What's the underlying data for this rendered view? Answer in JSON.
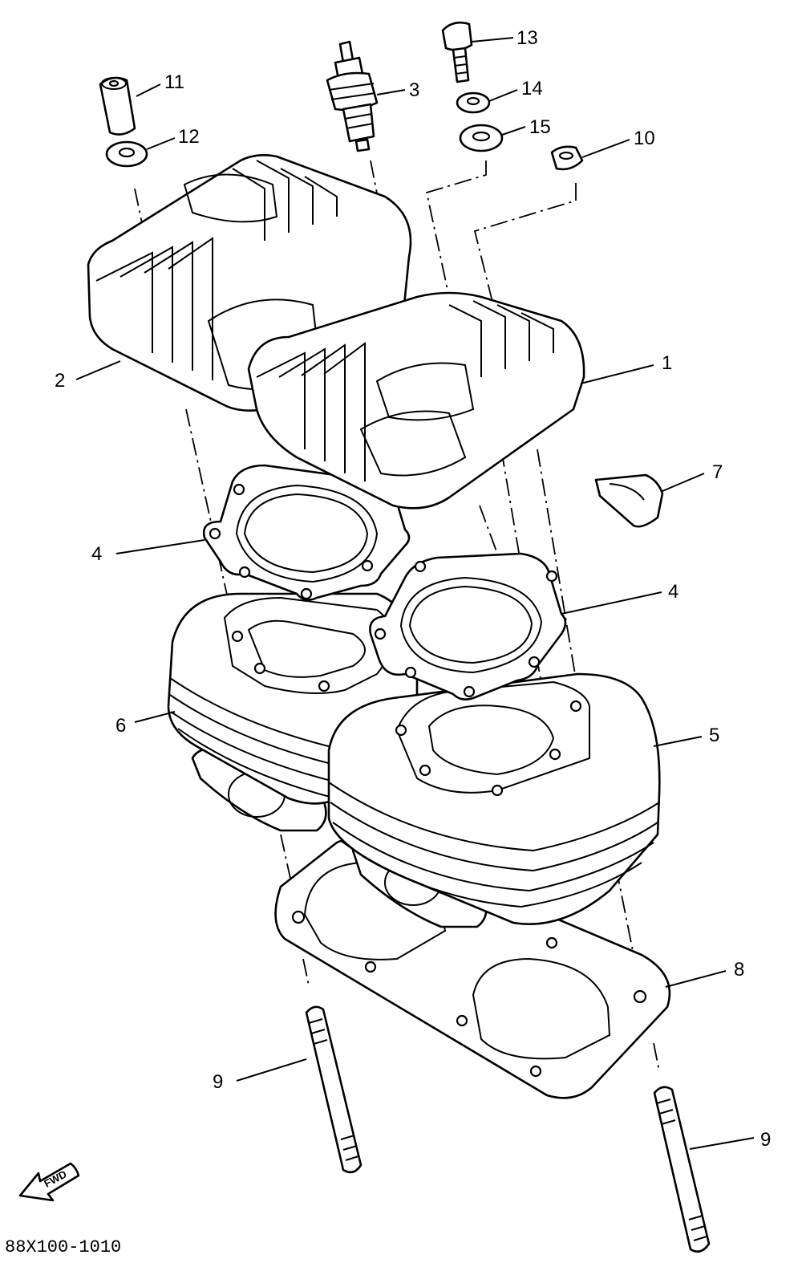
{
  "drawing_code": "88X100-1010",
  "fwd_label": "FWD",
  "callouts": [
    {
      "id": "c1",
      "text": "1"
    },
    {
      "id": "c2",
      "text": "2"
    },
    {
      "id": "c3",
      "text": "3"
    },
    {
      "id": "c4a",
      "text": "4"
    },
    {
      "id": "c4b",
      "text": "4"
    },
    {
      "id": "c5",
      "text": "5"
    },
    {
      "id": "c6",
      "text": "6"
    },
    {
      "id": "c7",
      "text": "7"
    },
    {
      "id": "c8",
      "text": "8"
    },
    {
      "id": "c9a",
      "text": "9"
    },
    {
      "id": "c9b",
      "text": "9"
    },
    {
      "id": "c10",
      "text": "10"
    },
    {
      "id": "c11",
      "text": "11"
    },
    {
      "id": "c12",
      "text": "12"
    },
    {
      "id": "c13",
      "text": "13"
    },
    {
      "id": "c14",
      "text": "14"
    },
    {
      "id": "c15",
      "text": "15"
    }
  ]
}
